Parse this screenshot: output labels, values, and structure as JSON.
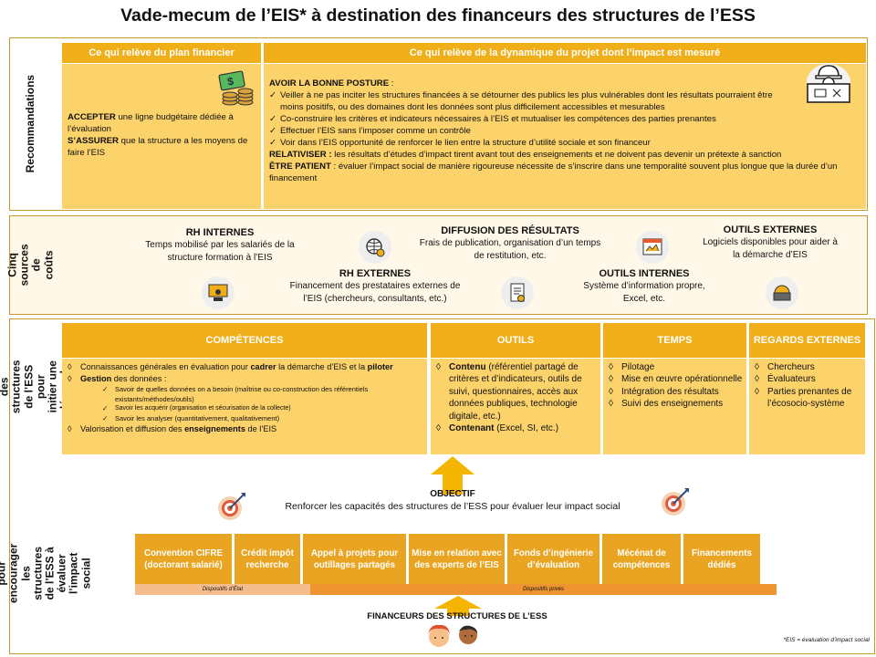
{
  "title": "Vade-mecum de l’EIS* à destination des financeurs des structures de l’ESS",
  "reco": {
    "label": "Recommandations",
    "hdr_left": "Ce qui relève du plan financier",
    "hdr_right": "Ce qui relève de la dynamique du projet dont l’impact est mesuré",
    "left_1a": "ACCEPTER",
    "left_1b": " une ligne budgétaire dédiée à l’évaluation",
    "left_2a": "S’ASSURER",
    "left_2b": " que la structure a les moyens de faire l’EIS",
    "posture": "AVOIR LA BONNE POSTURE",
    "posture_colon": " :",
    "checks": [
      "Veiller à ne pas inciter les structures financées à se détourner des publics les plus vulnérables dont les résultats pourraient être moins positifs, ou des domaines dont les données sont plus difficilement accessibles et mesurables",
      "Co-construire les critères et indicateurs nécessaires à l’EIS et mutualiser les compétences des parties prenantes",
      "Effectuer l’EIS sans l’imposer comme un contrôle",
      "Voir dans l’EIS opportunité de renforcer le lien entre la structure d’utilité sociale et son financeur"
    ],
    "relat_a": "RELATIVISER :",
    "relat_b": " les résultats d’études d’impact tirent avant tout des enseignements et ne doivent pas devenir un prétexte à sanction",
    "patient_a": "ÊTRE PATIENT",
    "patient_b": " : évaluer l’impact social de manière rigoureuse nécessite de s’inscrire dans une temporalité souvent plus longue que la durée d’un financement",
    "icon_money": "money-icon",
    "icon_worker": "engineer-icon"
  },
  "costs": {
    "label": "Cinq sources de coûts",
    "rh_int_t": "RH INTERNES",
    "rh_int_d": "Temps mobilisé par les salariés de la structure formation à l’EIS",
    "diff_t": "DIFFUSION DES RÉSULTATS",
    "diff_d": "Frais de publication, organisation d’un temps de restitution, etc.",
    "out_ext_t": "OUTILS EXTERNES",
    "out_ext_d": "Logiciels disponibles pour aider à la démarche d’EIS",
    "rh_ext_t": "RH EXTERNES",
    "rh_ext_d": "Financement des prestataires externes de l’EIS (chercheurs, consultants, etc.)",
    "out_int_t": "OUTILS INTERNES",
    "out_int_d": "Système d’information propre, Excel, etc."
  },
  "needs": {
    "label": "Besoins des structures de l’ESS pour initier une démarche d’EIS",
    "h_comp": "COMPÉTENCES",
    "h_outils": "OUTILS",
    "h_temps": "TEMPS",
    "h_regards": "REGARDS EXTERNES",
    "bullet": "◊",
    "check": "✓",
    "comp_1a": "Connaissances générales en évaluation pour ",
    "comp_1b": "cadrer",
    "comp_1c": " la démarche d’EIS et la ",
    "comp_1d": "piloter",
    "comp_2a": "Gestion",
    "comp_2b": " des données :",
    "comp_sub": [
      "Savoir de quelles données on a besoin (maîtrise ou co-construction des référentiels existants/méthodes/outils)",
      "Savoir les acquérir (organisation et sécurisation de la collecte)",
      "Savoir les analyser (quantitativement, qualitativement)"
    ],
    "comp_3a": "Valorisation et diffusion des ",
    "comp_3b": "enseignements",
    "comp_3c": " de l’EIS",
    "out_1a": "Contenu",
    "out_1b": " (référentiel partagé de critères et d’indicateurs, outils de suivi, questionnaires, accès aux données publiques, technologie digitale, etc.)",
    "out_2a": "Contenant",
    "out_2b": " (Excel, SI, etc.)",
    "temps": [
      "Pilotage",
      "Mise en œuvre opérationnelle",
      "Intégration des résultats",
      "Suivi des enseignements"
    ],
    "regards": [
      "Chercheurs",
      "Évaluateurs",
      "Parties prenantes de l’écosocio-système"
    ]
  },
  "levers": {
    "label": "Leviers pour encourager les structures de l’ESS à évaluer l’impact social",
    "objectif": "OBJECTIF",
    "objectif_d": "Renforcer les capacités des structures de l’ESS pour évaluer leur impact social",
    "items": [
      "Convention CIFRE (doctorant salarié)",
      "Crédit impôt recherche",
      "Appel à projets pour outillages partagés",
      "Mise en relation avec des experts de l’EIS",
      "Fonds d’ingénierie d’évaluation",
      "Mécénat de compétences",
      "Financements dédiés"
    ],
    "disp_etat": "Dispositifs d’État",
    "disp_prive": "Dispositifs privés",
    "financeurs": "FINANCEURS  DES  STRUCTURES   DE  L’ESS",
    "footnote": "*EIS = évaluation d’impact social"
  },
  "colors": {
    "accent": "#f0ae18",
    "light": "#fcd26a",
    "grey": "#fde3a7",
    "orange_bar": "#f0b07a"
  }
}
